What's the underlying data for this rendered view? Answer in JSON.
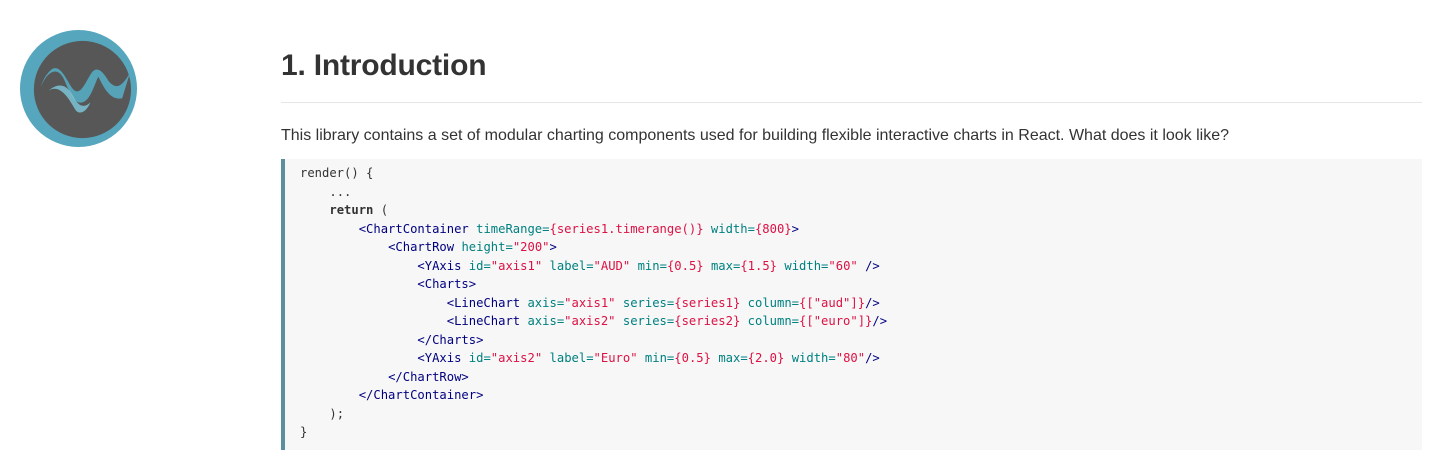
{
  "page": {
    "title": "1. Introduction",
    "intro": "This library contains a set of modular charting components used for building flexible interactive charts in React. What does it look like?"
  },
  "colors": {
    "logo_ring": "#56a6bd",
    "logo_center": "#555555",
    "code_border": "#5b8fa0",
    "code_bg": "#f7f7f7",
    "tag": "#000080",
    "attr": "#008080",
    "string": "#dd1144"
  },
  "logo": {
    "icon": "wave-logo-icon"
  },
  "code": {
    "lines": [
      {
        "indent": "",
        "tokens": [
          {
            "t": "render() {",
            "c": "plain"
          }
        ]
      },
      {
        "indent": "    ",
        "tokens": [
          {
            "t": "...",
            "c": "plain"
          }
        ]
      },
      {
        "indent": "    ",
        "tokens": [
          {
            "t": "return",
            "c": "kw"
          },
          {
            "t": " (",
            "c": "plain"
          }
        ]
      },
      {
        "indent": "        ",
        "tokens": [
          {
            "t": "<ChartContainer",
            "c": "tag"
          },
          {
            "t": " ",
            "c": "plain"
          },
          {
            "t": "timeRange=",
            "c": "attr"
          },
          {
            "t": "{series1.timerange()}",
            "c": "str"
          },
          {
            "t": " ",
            "c": "plain"
          },
          {
            "t": "width=",
            "c": "attr"
          },
          {
            "t": "{800}",
            "c": "str"
          },
          {
            "t": ">",
            "c": "tag"
          }
        ]
      },
      {
        "indent": "            ",
        "tokens": [
          {
            "t": "<ChartRow",
            "c": "tag"
          },
          {
            "t": " ",
            "c": "plain"
          },
          {
            "t": "height=",
            "c": "attr"
          },
          {
            "t": "\"200\"",
            "c": "str"
          },
          {
            "t": ">",
            "c": "tag"
          }
        ]
      },
      {
        "indent": "                ",
        "tokens": [
          {
            "t": "<YAxis",
            "c": "tag"
          },
          {
            "t": " ",
            "c": "plain"
          },
          {
            "t": "id=",
            "c": "attr"
          },
          {
            "t": "\"axis1\"",
            "c": "str"
          },
          {
            "t": " ",
            "c": "plain"
          },
          {
            "t": "label=",
            "c": "attr"
          },
          {
            "t": "\"AUD\"",
            "c": "str"
          },
          {
            "t": " ",
            "c": "plain"
          },
          {
            "t": "min=",
            "c": "attr"
          },
          {
            "t": "{0.5}",
            "c": "str"
          },
          {
            "t": " ",
            "c": "plain"
          },
          {
            "t": "max=",
            "c": "attr"
          },
          {
            "t": "{1.5}",
            "c": "str"
          },
          {
            "t": " ",
            "c": "plain"
          },
          {
            "t": "width=",
            "c": "attr"
          },
          {
            "t": "\"60\"",
            "c": "str"
          },
          {
            "t": " ",
            "c": "plain"
          },
          {
            "t": "/>",
            "c": "tag"
          }
        ]
      },
      {
        "indent": "                ",
        "tokens": [
          {
            "t": "<Charts>",
            "c": "tag"
          }
        ]
      },
      {
        "indent": "                    ",
        "tokens": [
          {
            "t": "<LineChart",
            "c": "tag"
          },
          {
            "t": " ",
            "c": "plain"
          },
          {
            "t": "axis=",
            "c": "attr"
          },
          {
            "t": "\"axis1\"",
            "c": "str"
          },
          {
            "t": " ",
            "c": "plain"
          },
          {
            "t": "series=",
            "c": "attr"
          },
          {
            "t": "{series1}",
            "c": "str"
          },
          {
            "t": " ",
            "c": "plain"
          },
          {
            "t": "column=",
            "c": "attr"
          },
          {
            "t": "{[\"aud\"]}",
            "c": "str"
          },
          {
            "t": "/>",
            "c": "tag"
          }
        ]
      },
      {
        "indent": "                    ",
        "tokens": [
          {
            "t": "<LineChart",
            "c": "tag"
          },
          {
            "t": " ",
            "c": "plain"
          },
          {
            "t": "axis=",
            "c": "attr"
          },
          {
            "t": "\"axis2\"",
            "c": "str"
          },
          {
            "t": " ",
            "c": "plain"
          },
          {
            "t": "series=",
            "c": "attr"
          },
          {
            "t": "{series2}",
            "c": "str"
          },
          {
            "t": " ",
            "c": "plain"
          },
          {
            "t": "column=",
            "c": "attr"
          },
          {
            "t": "{[\"euro\"]}",
            "c": "str"
          },
          {
            "t": "/>",
            "c": "tag"
          }
        ]
      },
      {
        "indent": "                ",
        "tokens": [
          {
            "t": "</Charts>",
            "c": "tag"
          }
        ]
      },
      {
        "indent": "                ",
        "tokens": [
          {
            "t": "<YAxis",
            "c": "tag"
          },
          {
            "t": " ",
            "c": "plain"
          },
          {
            "t": "id=",
            "c": "attr"
          },
          {
            "t": "\"axis2\"",
            "c": "str"
          },
          {
            "t": " ",
            "c": "plain"
          },
          {
            "t": "label=",
            "c": "attr"
          },
          {
            "t": "\"Euro\"",
            "c": "str"
          },
          {
            "t": " ",
            "c": "plain"
          },
          {
            "t": "min=",
            "c": "attr"
          },
          {
            "t": "{0.5}",
            "c": "str"
          },
          {
            "t": " ",
            "c": "plain"
          },
          {
            "t": "max=",
            "c": "attr"
          },
          {
            "t": "{2.0}",
            "c": "str"
          },
          {
            "t": " ",
            "c": "plain"
          },
          {
            "t": "width=",
            "c": "attr"
          },
          {
            "t": "\"80\"",
            "c": "str"
          },
          {
            "t": "/>",
            "c": "tag"
          }
        ]
      },
      {
        "indent": "            ",
        "tokens": [
          {
            "t": "</ChartRow>",
            "c": "tag"
          }
        ]
      },
      {
        "indent": "        ",
        "tokens": [
          {
            "t": "</ChartContainer>",
            "c": "tag"
          }
        ]
      },
      {
        "indent": "    ",
        "tokens": [
          {
            "t": ");",
            "c": "plain"
          }
        ]
      },
      {
        "indent": "",
        "tokens": [
          {
            "t": "}",
            "c": "plain"
          }
        ]
      }
    ]
  }
}
